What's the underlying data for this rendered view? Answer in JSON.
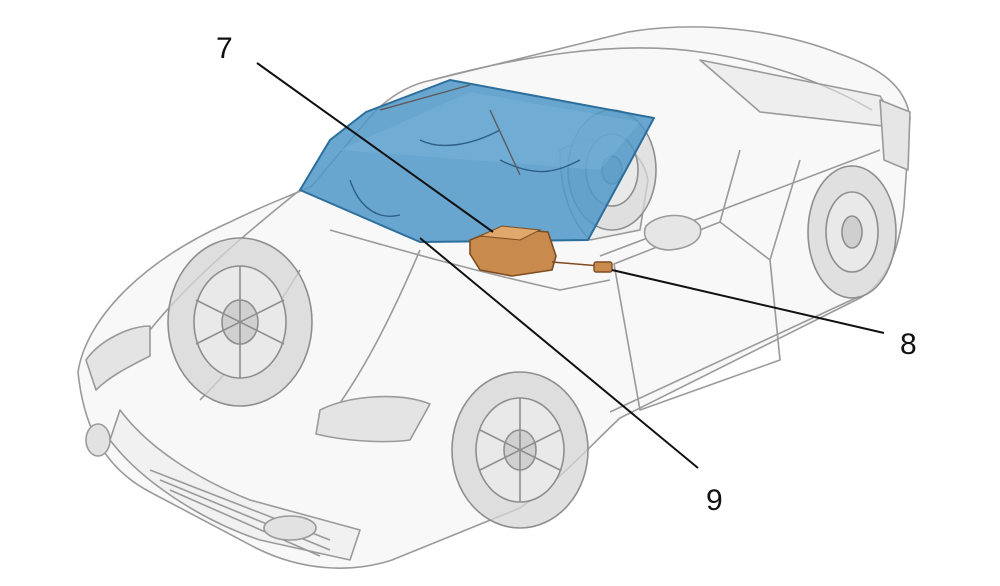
{
  "diagram": {
    "callouts": [
      {
        "id": "7",
        "label": "7",
        "part": "electronic-control-unit"
      },
      {
        "id": "8",
        "label": "8",
        "part": "a-pillar-connector"
      },
      {
        "id": "9",
        "label": "9",
        "part": "windscreen"
      }
    ]
  },
  "colors": {
    "windscreen_fill": "#4f98c8",
    "windscreen_stroke": "#2d6f9c",
    "component_fill": "#c98a4e",
    "component_stroke": "#7d4d22",
    "car_outline": "#9a9a9a",
    "car_body_fill": "#eeeeee",
    "tyre_fill": "#d6d6d6",
    "leader_line": "#111111"
  }
}
